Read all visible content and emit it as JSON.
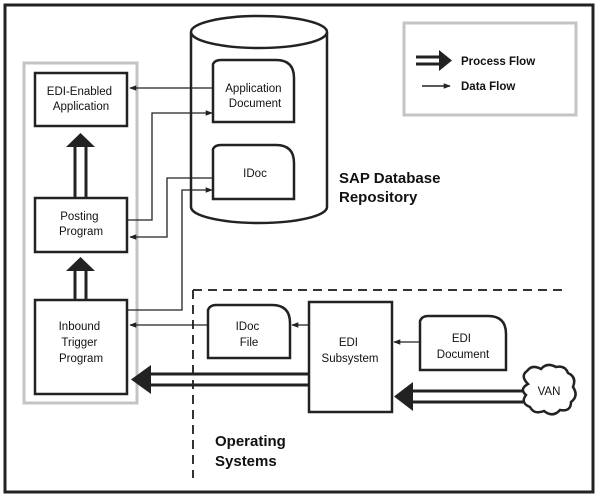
{
  "legend": {
    "process_flow": "Process Flow",
    "data_flow": "Data Flow"
  },
  "nodes": {
    "edi_enabled_app": [
      "EDI-Enabled",
      "Application"
    ],
    "posting_program": [
      "Posting",
      "Program"
    ],
    "inbound_trigger": [
      "Inbound",
      "Trigger",
      "Program"
    ],
    "application_document": [
      "Application",
      "Document"
    ],
    "idoc": [
      "IDoc"
    ],
    "idoc_file": [
      "IDoc",
      "File"
    ],
    "edi_subsystem": [
      "EDI",
      "Subsystem"
    ],
    "edi_document": [
      "EDI",
      "Document"
    ],
    "van": [
      "VAN"
    ]
  },
  "regions": {
    "sap_repository": [
      "SAP Database",
      "Repository"
    ],
    "operating_systems": [
      "Operating",
      "Systems"
    ]
  }
}
